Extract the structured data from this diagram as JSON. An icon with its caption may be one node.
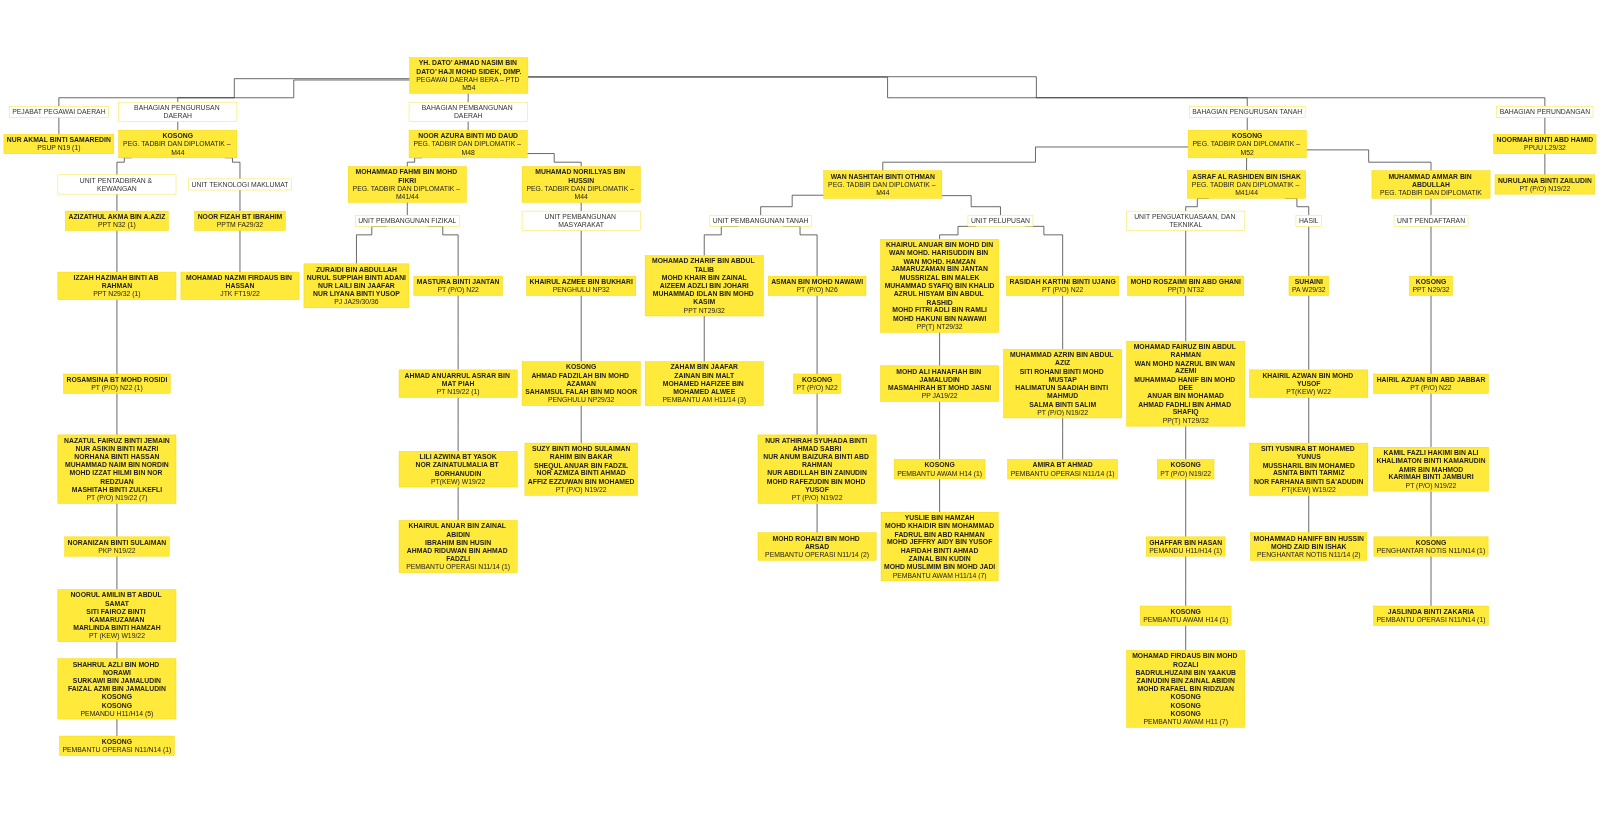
{
  "diagram": {
    "nodes": [
      {
        "text": [
          "YH. DATO’ AHMAD NASIM BIN DATO’ HAJI MOHD SIDEK, DIMP.",
          "PEGAWAI DAERAH BERA – PTD M54"
        ]
      },
      {
        "text": [
          "PEJABAT PEGAWAI DAERAH"
        ]
      },
      {
        "text": [
          "NUR AKMAL BINTI SAMAREDIN",
          "PSUP N19 (1)"
        ]
      },
      {
        "text": [
          "BAHAGIAN PENGURUSAN DAERAH"
        ]
      },
      {
        "text": [
          "KOSONG",
          "PEG. TADBIR DAN DIPLOMATIK – M44"
        ]
      },
      {
        "text": [
          "UNIT PENTADBIRAN & KEWANGAN"
        ]
      },
      {
        "text": [
          "AZIZATHUL AKMA BIN A.AZIZ",
          "PPT N32 (1)"
        ]
      },
      {
        "text": [
          "IZZAH HAZIMAH BINTI AB RAHMAN",
          "PPT N29/32 (1)"
        ]
      },
      {
        "text": [
          "ROSAMSINA BT MOHD ROSIDI",
          "PT (P/O) N22 (1)"
        ]
      },
      {
        "text": [
          "NAZATUL FAIRUZ BINTI JEMAIN",
          "NUR ASIKIN BINTI MAZRI",
          "NORHANA BINTI HASSAN",
          "MUHAMMAD NAIM BIN NORDIN",
          "MOHD IZZAT HILMI BIN NOR REDZUAN",
          "MASHITAH BINTI ZULKEFLI",
          "PT (P/O) N19/22 (7)"
        ]
      },
      {
        "text": [
          "NORANIZAN BINTI SULAIMAN",
          "PKP N19/22"
        ]
      },
      {
        "text": [
          "NOORUL AMILIN BT ABDUL SAMAT",
          "SITI FAIROZ BINTI KAMARUZAMAN",
          "MARLINDA BINTI HAMZAH",
          "PT (KEW) W19/22"
        ]
      },
      {
        "text": [
          "SHAHRUL AZLI BIN MOHD NORAWI",
          "SURKAWI BIN JAMALUDIN",
          "FAIZAL AZMI BIN JAMALUDIN",
          "KOSONG",
          "KOSONG",
          "PEMANDU H11/H14 (5)"
        ]
      },
      {
        "text": [
          "KOSONG",
          "PEMBANTU OPERASI N11/N14 (1)"
        ]
      },
      {
        "text": [
          "UNIT TEKNOLOGI MAKLUMAT"
        ]
      },
      {
        "text": [
          "NOOR FIZAH BT IBRAHIM",
          "PPTM FA29/32"
        ]
      },
      {
        "text": [
          "MOHAMAD NAZMI FIRDAUS BIN HASSAN",
          "JTK FT19/22"
        ]
      },
      {
        "text": [
          "BAHAGIAN PEMBANGUNAN DAERAH"
        ]
      },
      {
        "text": [
          "NOOR AZURA BINTI MD DAUD",
          "PEG. TADBIR DAN DIPLOMATIK – M48"
        ]
      },
      {
        "text": [
          "MOHAMMAD FAHMI BIN MOHD FIKRI",
          "PEG. TADBIR DAN DIPLOMATIK – M41/44"
        ]
      },
      {
        "text": [
          "UNIT PEMBANGUNAN FIZIKAL"
        ]
      },
      {
        "text": [
          "ZURAIDI BIN ABDULLAH",
          "NURUL SUPPIAH BINTI ADANI",
          "NUR LAILI BIN JAAFAR",
          "NUR LIYANA BINTI YUSOP",
          "PJ JA29/30/36"
        ]
      },
      {
        "text": [
          "MASTURA BINTI JANTAN",
          "PT (P/O) N22"
        ]
      },
      {
        "text": [
          "AHMAD ANUARRUL ASRAR BIN MAT PIAH",
          "PT N19/22 (1)"
        ]
      },
      {
        "text": [
          "LILI AZWINA BT YASOK",
          "NOR ZAINATULMALIA BT BORHANUDIN",
          "PT(KEW) W19/22"
        ]
      },
      {
        "text": [
          "KHAIRUL ANUAR BIN ZAINAL ABIDIN",
          "IBRAHIM BIN HUSIN",
          "AHMAD RIDUWAN BIN AHMAD FADZLI",
          "PEMBANTU OPERASI N11/14 (1)"
        ]
      },
      {
        "text": [
          "MUHAMAD NORILLYAS BIN HUSSIN",
          "PEG. TADBIR DAN DIPLOMATIK – M44"
        ]
      },
      {
        "text": [
          "UNIT PEMBANGUNAN MASYARAKAT"
        ]
      },
      {
        "text": [
          "KHAIRUL AZMEE BIN BUKHARI",
          "PENGHULU NP32"
        ]
      },
      {
        "text": [
          "KOSONG",
          "AHMAD FADZILAH BIN MOHD AZAMAN",
          "SAHAMSUL FALAH BIN MD NOOR",
          "PENGHULU NP29/32"
        ]
      },
      {
        "text": [
          "SUZY BINTI MOHD SULAIMAN",
          "RAHIM BIN BAKAR",
          "SHEQUL ANUAR BIN FADZIL",
          "NOR AZMIZA BINTI AHMAD",
          "AFFIZ EZZUWAN BIN MOHAMED",
          "PT (P/O) N19/22"
        ]
      },
      {
        "text": [
          "BAHAGIAN PENGURUSAN TANAH"
        ]
      },
      {
        "text": [
          "KOSONG",
          "PEG. TADBIR DAN DIPLOMATIK – M52"
        ]
      },
      {
        "text": [
          "WAN NASHITAH BINTI OTHMAN",
          "PEG. TADBIR DAN DIPLOMATIK – M44"
        ]
      },
      {
        "text": [
          "UNIT PEMBANGUNAN TANAH"
        ]
      },
      {
        "text": [
          "MOHAMAD ZHARIF BIN ABDUL TALIB",
          "MOHD KHAIR BIN ZAINAL",
          "AIZEEM ADZLI BIN JOHARI",
          "MUHAMMAD IDLAN BIN MOHD KASIM",
          "PPT NT29/32"
        ]
      },
      {
        "text": [
          "ZAHAM BIN JAAFAR",
          "ZAINAN BIN MALT",
          "MOHAMED HAFIZEE BIN MOHAMED ALWEE",
          "PEMBANTU AM H11/14 (3)"
        ]
      },
      {
        "text": [
          "ASMAN BIN MOHD NAWAWI",
          "PT (P/O) N26"
        ]
      },
      {
        "text": [
          "KOSONG",
          "PT (P/O) N22"
        ]
      },
      {
        "text": [
          "NUR ATHIRAH SYUHADA BINTI AHMAD SABRI",
          "NUR ANUM BAIZURA BINTI ABD RAHMAN",
          "NUR ABDILLAH BIN ZAINUDIN",
          "MOHD RAFEZUDIN BIN MOHD YUSOF",
          "PT (P/O) N19/22"
        ]
      },
      {
        "text": [
          "MOHD ROHAIZI BIN MOHD ARSAD",
          "PEMBANTU OPERASI N11/14 (2)"
        ]
      },
      {
        "text": [
          "UNIT PELUPUSAN"
        ]
      },
      {
        "text": [
          "KHAIRUL ANUAR BIN MOHD DIN",
          "WAN MOHD. HARISUDDIN BIN WAN MOHD. HAMZAN",
          "JAMARUZAMAN BIN JANTAN",
          "MUSSRIZAL BIN MALEK",
          "MUHAMMAD SYAFIQ BIN KHALID",
          "AZRUL HISYAM BIN ABDUL RASHID",
          "MOHD FITRI ADLI BIN RAMLI",
          "MOHD HAKUNI BIN NAWAWI",
          "PP(T) NT29/32"
        ]
      },
      {
        "text": [
          "MOHD ALI HANAFIAH BIN JAMALUDIN",
          "MASMAHIRAH BT MOHD JASNI",
          "PP JA19/22"
        ]
      },
      {
        "text": [
          "KOSONG",
          "PEMBANTU AWAM H14 (1)"
        ]
      },
      {
        "text": [
          "YUSLIE BIN HAMZAH",
          "MOHD KHAIDIR BIN MOHAMMAD",
          "FADRUL BIN ABD RAHMAN",
          "MOHD JEFFRY AIDY BIN YUSOF",
          "HAFIDAH BINTI AHMAD",
          "ZAINAL BIN KUDIN",
          "MOHD MUSLIMIM BIN MOHD JADI",
          "PEMBANTU AWAM H11/14 (7)"
        ]
      },
      {
        "text": [
          "RASIDAH KARTINI BINTI UJANG",
          "PT (P/O) N22"
        ]
      },
      {
        "text": [
          "MUHAMMAD AZRIN BIN ABDUL AZIZ",
          "SITI ROHANI BINTI MOHD MUSTAP",
          "HALIMATUN SAADIAH BINTI MAHMUD",
          "SALMA BINTI SALIM",
          "PT (P/O) N19/22"
        ]
      },
      {
        "text": [
          "AMIRA BT AHMAD",
          "PEMBANTU OPERASI N11/14 (1)"
        ]
      },
      {
        "text": [
          "ASRAF AL RASHIDEN BIN ISHAK",
          "PEG. TADBIR DAN DIPLOMATIK – M41/44"
        ]
      },
      {
        "text": [
          "UNIT PENGUATKUASAAN, DAN TEKNIKAL"
        ]
      },
      {
        "text": [
          "MOHD ROSZAIMI BIN ABD GHANI",
          "PP(T) NT32"
        ]
      },
      {
        "text": [
          "MOHAMAD FAIRUZ BIN ABDUL RAHMAN",
          "WAN MOHD NAZRUL BIN WAN AZEMI",
          "MUHAMMAD HANIF BIN MOHD DEE",
          "ANUAR BIN MOHAMAD",
          "AHMAD FADHLI BIN AHMAD SHAFIQ",
          "PP(T) NT29/32"
        ]
      },
      {
        "text": [
          "KOSONG",
          "PT (P/O) N19/22"
        ]
      },
      {
        "text": [
          "GHAFFAR BIN HASAN",
          "PEMANDU H11/H14 (1)"
        ]
      },
      {
        "text": [
          "KOSONG",
          "PEMBANTU AWAM H14 (1)"
        ]
      },
      {
        "text": [
          "MOHAMAD FIRDAUS BIN MOHD ROZALI",
          "BADRULHUZAINI BIN YAAKUB",
          "ZAINUDIN BIN ZAINAL ABIDIN",
          "MOHD RAFAEL BIN RIDZUAN",
          "KOSONG",
          "KOSONG",
          "KOSONG",
          "PEMBANTU AWAM H11 (7)"
        ]
      },
      {
        "text": [
          "HASIL"
        ]
      },
      {
        "text": [
          "SUHAINI",
          "PA W29/32"
        ]
      },
      {
        "text": [
          "KHAIRIL AZWAN BIN MOHD YUSOF",
          "PT(KEW) W22"
        ]
      },
      {
        "text": [
          "SITI YUSNIRA BT MOHAMED YUNUS",
          "MUSSHARIL BIN MOHAMED",
          "ASNITA BINTI TARMIZ",
          "NOR FARHANA BINTI SA'ADUDIN",
          "PT(KEW) W19/22"
        ]
      },
      {
        "text": [
          "MOHAMMAD HANIFF BIN HUSSIN",
          "MOHD ZAID BIN ISHAK",
          "PENGHANTAR NOTIS N11/14 (2)"
        ]
      },
      {
        "text": [
          "MUHAMMAD AMMAR BIN ABDULLAH",
          "PEG. TADBIR DAN DIPLOMATIK"
        ]
      },
      {
        "text": [
          "UNIT PENDAFTARAN"
        ]
      },
      {
        "text": [
          "KOSONG",
          "PPT N29/32"
        ]
      },
      {
        "text": [
          "HAIRIL AZUAN BIN ABD JABBAR",
          "PT (P/O) N22"
        ]
      },
      {
        "text": [
          "KAMIL FAZLI HAKIMI BIN ALI",
          "KHALIMATON BINTI KAMARUDIN",
          "AMIR BIN MAHMOD",
          "KARIMAH BINTI JAMBURI",
          "PT (P/O) N19/22"
        ]
      },
      {
        "text": [
          "KOSONG",
          "PENGHANTAR NOTIS N11/N14 (1)"
        ]
      },
      {
        "text": [
          "JASLINDA BINTI ZAKARIA",
          "PEMBANTU OPERASI N11/N14 (1)"
        ]
      },
      {
        "text": [
          "BAHAGIAN PERUNDANGAN"
        ]
      },
      {
        "text": [
          "NOORMAH BINTI ABD HAMID",
          "PPUU L29/32"
        ]
      },
      {
        "text": [
          "NURULAINA BINTI ZAILUDIN",
          "PT (P/O) N19/22"
        ]
      }
    ],
    "edges": [
      {
        "from": 0,
        "to": 1,
        "arrow": "none"
      },
      {
        "from": 0,
        "to": 3,
        "arrow": "none"
      },
      {
        "from": 0,
        "to": 17,
        "arrow": "none"
      },
      {
        "from": 0,
        "to": 31,
        "arrow": "none"
      },
      {
        "from": 0,
        "to": 69,
        "arrow": "none"
      },
      {
        "from": 1,
        "to": 2,
        "arrow": "none"
      },
      {
        "from": 3,
        "to": 4,
        "arrow": "none"
      },
      {
        "from": 4,
        "to": 5,
        "arrow": "none"
      },
      {
        "from": 4,
        "to": 14,
        "arrow": "none"
      },
      {
        "from": 5,
        "to": 6,
        "arrow": "none"
      },
      {
        "from": 6,
        "to": 7,
        "arrow": "none"
      },
      {
        "from": 7,
        "to": 8,
        "arrow": "none"
      },
      {
        "from": 8,
        "to": 9,
        "arrow": "none"
      },
      {
        "from": 9,
        "to": 10,
        "arrow": "none"
      },
      {
        "from": 10,
        "to": 11,
        "arrow": "none"
      },
      {
        "from": 11,
        "to": 12,
        "arrow": "none"
      },
      {
        "from": 12,
        "to": 13,
        "arrow": "none"
      },
      {
        "from": 14,
        "to": 15,
        "arrow": "none"
      },
      {
        "from": 15,
        "to": 16,
        "arrow": "none"
      },
      {
        "from": 17,
        "to": 18,
        "arrow": "none"
      },
      {
        "from": 18,
        "to": 19,
        "arrow": "none"
      },
      {
        "from": 18,
        "to": 26,
        "arrow": "none"
      },
      {
        "from": 19,
        "to": 20,
        "arrow": "none"
      },
      {
        "from": 20,
        "to": 21,
        "arrow": "none"
      },
      {
        "from": 20,
        "to": 22,
        "arrow": "none"
      },
      {
        "from": 22,
        "to": 23,
        "arrow": "none"
      },
      {
        "from": 23,
        "to": 24,
        "arrow": "none"
      },
      {
        "from": 24,
        "to": 25,
        "arrow": "none"
      },
      {
        "from": 26,
        "to": 27,
        "arrow": "none"
      },
      {
        "from": 27,
        "to": 28,
        "arrow": "none"
      },
      {
        "from": 28,
        "to": 29,
        "arrow": "none"
      },
      {
        "from": 29,
        "to": 30,
        "arrow": "none"
      },
      {
        "from": 31,
        "to": 32,
        "arrow": "none"
      },
      {
        "from": 32,
        "to": 33,
        "arrow": "none"
      },
      {
        "from": 32,
        "to": 49,
        "arrow": "none"
      },
      {
        "from": 32,
        "to": 62,
        "arrow": "none"
      },
      {
        "from": 33,
        "to": 34,
        "arrow": "none"
      },
      {
        "from": 33,
        "to": 41,
        "arrow": "none"
      },
      {
        "from": 34,
        "to": 35,
        "arrow": "none"
      },
      {
        "from": 34,
        "to": 37,
        "arrow": "none"
      },
      {
        "from": 35,
        "to": 36,
        "arrow": "none"
      },
      {
        "from": 37,
        "to": 38,
        "arrow": "none"
      },
      {
        "from": 38,
        "to": 39,
        "arrow": "none"
      },
      {
        "from": 39,
        "to": 40,
        "arrow": "none"
      },
      {
        "from": 41,
        "to": 42,
        "arrow": "none"
      },
      {
        "from": 41,
        "to": 46,
        "arrow": "none"
      },
      {
        "from": 42,
        "to": 43,
        "arrow": "none"
      },
      {
        "from": 43,
        "to": 44,
        "arrow": "none"
      },
      {
        "from": 44,
        "to": 45,
        "arrow": "none"
      },
      {
        "from": 46,
        "to": 47,
        "arrow": "none"
      },
      {
        "from": 47,
        "to": 48,
        "arrow": "none"
      },
      {
        "from": 49,
        "to": 50,
        "arrow": "none"
      },
      {
        "from": 49,
        "to": 57,
        "arrow": "none"
      },
      {
        "from": 50,
        "to": 51,
        "arrow": "none"
      },
      {
        "from": 51,
        "to": 52,
        "arrow": "none"
      },
      {
        "from": 52,
        "to": 53,
        "arrow": "none"
      },
      {
        "from": 53,
        "to": 54,
        "arrow": "none"
      },
      {
        "from": 54,
        "to": 55,
        "arrow": "none"
      },
      {
        "from": 55,
        "to": 56,
        "arrow": "none"
      },
      {
        "from": 57,
        "to": 58,
        "arrow": "none"
      },
      {
        "from": 58,
        "to": 59,
        "arrow": "none"
      },
      {
        "from": 59,
        "to": 60,
        "arrow": "none"
      },
      {
        "from": 60,
        "to": 61,
        "arrow": "none"
      },
      {
        "from": 62,
        "to": 63,
        "arrow": "none"
      },
      {
        "from": 63,
        "to": 64,
        "arrow": "none"
      },
      {
        "from": 64,
        "to": 65,
        "arrow": "none"
      },
      {
        "from": 65,
        "to": 66,
        "arrow": "none"
      },
      {
        "from": 66,
        "to": 67,
        "arrow": "none"
      },
      {
        "from": 67,
        "to": 68,
        "arrow": "none"
      },
      {
        "from": 69,
        "to": 70,
        "arrow": "none"
      },
      {
        "from": 70,
        "to": 71,
        "arrow": "none"
      }
    ]
  }
}
